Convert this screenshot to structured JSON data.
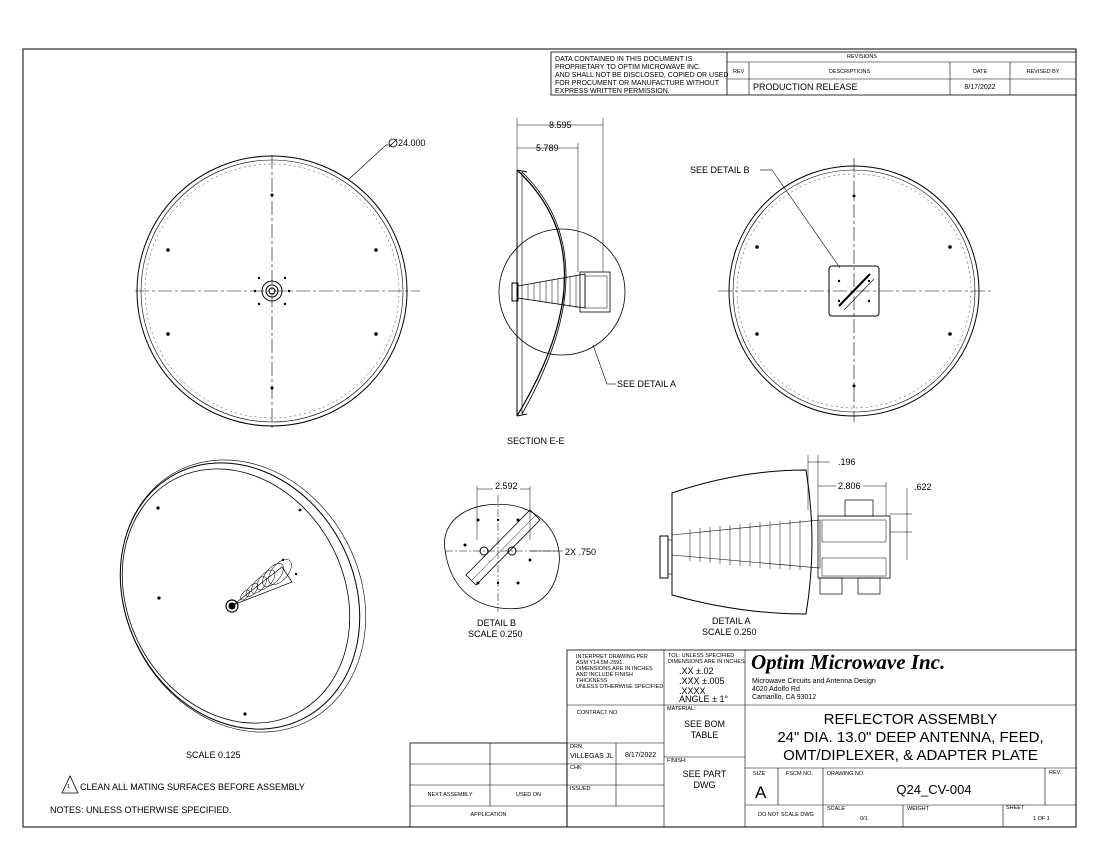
{
  "proprietary_notice": [
    "DATA CONTAINED IN THIS DOCUMENT IS",
    "PROPRIETARY TO OPTIM MICROWAVE INC.",
    "AND SHALL NOT BE DISCLOSED, COPIED OR USED",
    "FOR PROCUMENT OR MANUFACTURE WITHOUT",
    "EXPRESS WRITTEN PERMISSION."
  ],
  "revisions": {
    "title": "REVISIONS",
    "headers": {
      "rev": "REV",
      "descriptions": "DESCRIPTIONS",
      "date": "DATE",
      "revised_by": "REVISED BY"
    },
    "rows": [
      {
        "rev": "",
        "description": "PRODUCTION RELEASE",
        "date": "8/17/2022",
        "revised_by": ""
      }
    ]
  },
  "dimensions": {
    "diameter": "24.000",
    "depth_total": "8.595",
    "depth_focal": "5.789",
    "detail_b_width": "2.592",
    "detail_b_holes": "2X .750",
    "detail_a_196": ".196",
    "detail_a_2806": "2.806",
    "detail_a_622": ".622"
  },
  "view_labels": {
    "section": "SECTION  E-E",
    "see_detail_a": "SEE DETAIL  A",
    "see_detail_b": "SEE DETAIL  B",
    "detail_b": "DETAIL  B",
    "detail_b_scale": "SCALE   0.250",
    "detail_a": "DETAIL  A",
    "detail_a_scale": "SCALE   0.250",
    "iso_scale": "SCALE  0.125"
  },
  "notes": {
    "header": "NOTES: UNLESS OTHERWISE SPECIFIED.",
    "items": [
      {
        "num": "1",
        "text": "CLEAN ALL MATING SURFACES BEFORE ASSEMBLY"
      }
    ]
  },
  "title_block": {
    "interpret": [
      "INTERPRET DRAWING PER",
      "ASM Y14.5M-2591.",
      "DIMENSIONS ARE IN INCHES",
      "AND INCLUDE FINISH",
      "THICKNESS",
      "UNLESS OTHERWISE SPECIFIED."
    ],
    "tol_header": [
      "TOL: UNLESS SPECIFIED",
      "DIMENSIONS ARE IN INCHES."
    ],
    "tol_values": [
      ".XX  ±.02",
      ".XXX  ±.005",
      ".XXXX",
      "ANGLE ± 1°"
    ],
    "company": "Optim Microwave Inc.",
    "company_sub": [
      "Microwave Circuits and Antenna Design",
      "4020 Adolfo Rd",
      "Camarillo, CA 93012"
    ],
    "contract_no": "CONTRACT NO.",
    "material_label": "MATERIAL:",
    "material": [
      "SEE BOM",
      "TABLE"
    ],
    "finish_label": "FINISH:",
    "finish": [
      "SEE PART",
      "DWG"
    ],
    "drn_label": "DRN",
    "drn_name": "VILLEGAS JL",
    "drn_date": "8/17/2022",
    "chk_label": "CHK",
    "issued_label": "ISSUED",
    "title": [
      "REFLECTOR ASSEMBLY",
      "24\" DIA. 13.0\" DEEP ANTENNA, FEED,",
      "OMT/DIPLEXER,  & ADAPTER PLATE"
    ],
    "size_label": "SIZE",
    "size": "A",
    "fscm_label": "FSCM NO.",
    "drawing_no_label": "DRAWING NO.",
    "drawing_no": "Q24_CV-004",
    "rev_label": "REV.",
    "do_not_scale": "DO NOT SCALE DWG",
    "scale_label": "SCALE",
    "scale": "0/1",
    "weight_label": "WEIGHT",
    "sheet_label": "SHEET",
    "sheet": "1 OF 1",
    "next_assembly": "NEXT ASSEMBLY",
    "used_on": "USED ON",
    "application": "APPLICATION"
  }
}
